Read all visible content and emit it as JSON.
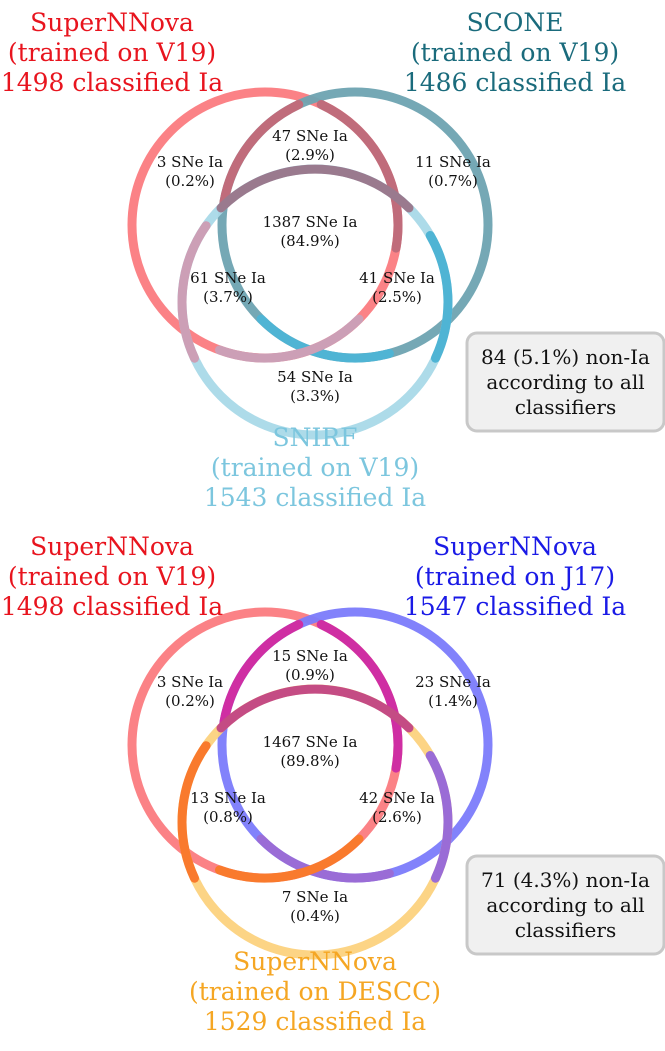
{
  "panels": [
    {
      "sets": [
        {
          "lines": [
            "SuperNNova",
            "(trained on V19)",
            "1498 classified Ia"
          ],
          "color": "#e8141e"
        },
        {
          "lines": [
            "SCONE",
            "(trained on V19)",
            "1486 classified Ia"
          ],
          "color": "#1a6b7c"
        },
        {
          "lines": [
            "SNIRF",
            "(trained on V19)",
            "1543 classified Ia"
          ],
          "color": "#7cc6de"
        }
      ],
      "circle_colors": [
        "#fb7b80",
        "#6ea3b1",
        "#a9d9e8"
      ],
      "overlap_colors": [
        "#c06c7b",
        "#4fb4d4",
        "#cc9fb6",
        "#9a7a8e"
      ],
      "regions": {
        "a_only": [
          "3 SNe Ia",
          "(0.2%)"
        ],
        "ab": [
          "47 SNe Ia",
          "(2.9%)"
        ],
        "b_only": [
          "11 SNe Ia",
          "(0.7%)"
        ],
        "abc": [
          "1387 SNe Ia",
          "(84.9%)"
        ],
        "ac": [
          "61 SNe Ia",
          "(3.7%)"
        ],
        "bc": [
          "41 SNe Ia",
          "(2.5%)"
        ],
        "c_only": [
          "54 SNe Ia",
          "(3.3%)"
        ]
      },
      "summary": [
        "84 (5.1%) non-Ia",
        "according to all",
        "classifiers"
      ]
    },
    {
      "sets": [
        {
          "lines": [
            "SuperNNova",
            "(trained on V19)",
            "1498 classified Ia"
          ],
          "color": "#e8141e"
        },
        {
          "lines": [
            "SuperNNova",
            "(trained on J17)",
            "1547 classified Ia"
          ],
          "color": "#1a1ae6"
        },
        {
          "lines": [
            "SuperNNova",
            "(trained on DESCC)",
            "1529 classified Ia"
          ],
          "color": "#f5a623"
        }
      ],
      "circle_colors": [
        "#fb7b80",
        "#7b7bfb",
        "#fcd27e"
      ],
      "overlap_colors": [
        "#cf2ea3",
        "#9a6cd6",
        "#f97a2d",
        "#c44c84"
      ],
      "regions": {
        "a_only": [
          "3 SNe Ia",
          "(0.2%)"
        ],
        "ab": [
          "15 SNe Ia",
          "(0.9%)"
        ],
        "b_only": [
          "23 SNe Ia",
          "(1.4%)"
        ],
        "abc": [
          "1467 SNe Ia",
          "(89.8%)"
        ],
        "ac": [
          "13 SNe Ia",
          "(0.8%)"
        ],
        "bc": [
          "42 SNe Ia",
          "(2.6%)"
        ],
        "c_only": [
          "7 SNe Ia",
          "(0.4%)"
        ]
      },
      "summary": [
        "71 (4.3%) non-Ia",
        "according to all",
        "classifiers"
      ]
    }
  ]
}
